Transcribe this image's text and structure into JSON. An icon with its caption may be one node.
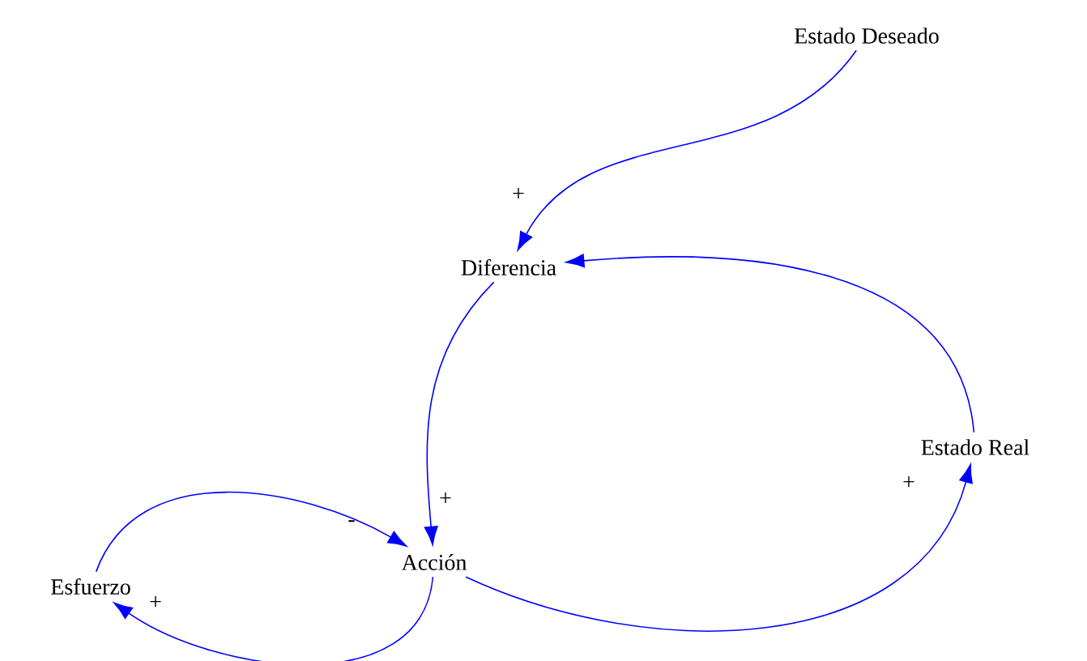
{
  "diagram": {
    "nodes": [
      {
        "text": [
          "Estado Deseado"
        ]
      },
      {
        "text": [
          "Diferencia"
        ]
      },
      {
        "text": [
          "Estado Real"
        ]
      },
      {
        "text": [
          "Esfuerzo"
        ]
      },
      {
        "text": [
          "Acción"
        ]
      }
    ],
    "edges": [
      {
        "from": 0,
        "to": 1,
        "arrow": "to",
        "label": "+"
      },
      {
        "from": 2,
        "to": 1,
        "arrow": "to"
      },
      {
        "from": 1,
        "to": 4,
        "arrow": "to",
        "label": "+"
      },
      {
        "from": 3,
        "to": 4,
        "arrow": "to",
        "label": "-"
      },
      {
        "from": 4,
        "to": 3,
        "arrow": "to",
        "label": "+"
      },
      {
        "from": 4,
        "to": 2,
        "arrow": "to",
        "label": "+"
      }
    ]
  }
}
